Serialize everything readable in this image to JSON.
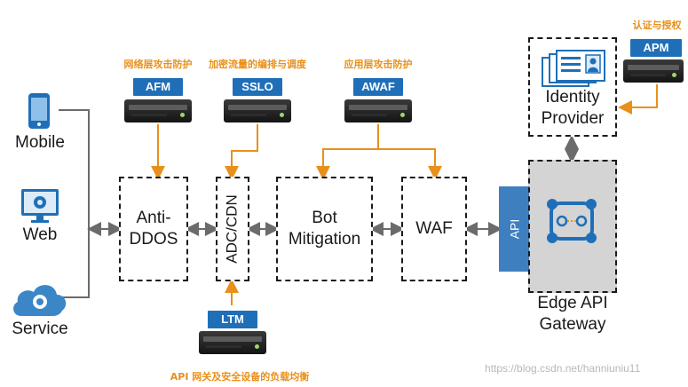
{
  "clients": [
    {
      "label": "Mobile",
      "icon": "mobile-phone-icon"
    },
    {
      "label": "Web",
      "icon": "web-monitor-icon"
    },
    {
      "label": "Service",
      "icon": "cloud-service-icon"
    }
  ],
  "pipeline": {
    "anti_ddos": "Anti-\nDDOS",
    "adc_cdn": "ADC/CDN",
    "bot_mitigation": "Bot\nMitigation",
    "waf": "WAF"
  },
  "modules": {
    "afm": {
      "tag": "AFM",
      "caption": "网络层攻击防护"
    },
    "sslo": {
      "tag": "SSLO",
      "caption": "加密流量的编排与调度"
    },
    "awaf": {
      "tag": "AWAF",
      "caption": "应用层攻击防护"
    },
    "apm": {
      "tag": "APM",
      "caption": "认证与授权"
    },
    "ltm": {
      "tag": "LTM",
      "caption": "API 网关及安全设备的负载均衡"
    }
  },
  "api_label": "API",
  "identity_provider": "Identity\nProvider",
  "gateway": "Edge API\nGateway",
  "watermark": "https://blog.csdn.net/hanniuniu11",
  "colors": {
    "accent_orange": "#e8901b",
    "tag_blue": "#1f6fb8",
    "icon_blue": "#1f6fb8",
    "arrow_gray": "#6b6b6b",
    "gateway_gray": "#d4d4d4"
  }
}
